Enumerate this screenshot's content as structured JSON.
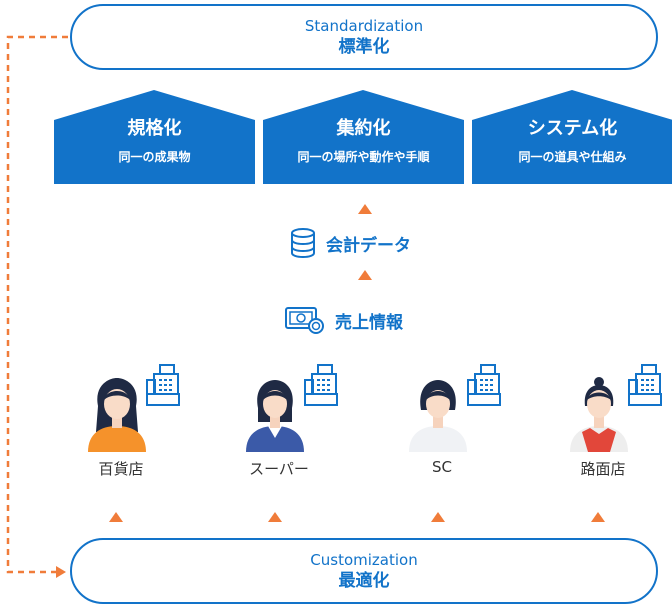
{
  "top": {
    "en": "Standardization",
    "jp": "標準化"
  },
  "bottom": {
    "en": "Customization",
    "jp": "最適化"
  },
  "houses": [
    {
      "title": "規格化",
      "sub": "同一の成果物"
    },
    {
      "title": "集約化",
      "sub": "同一の場所や動作や手順"
    },
    {
      "title": "システム化",
      "sub": "同一の道具や仕組み"
    }
  ],
  "flow": [
    {
      "label": "会計データ",
      "icon": "database-icon"
    },
    {
      "label": "売上情報",
      "icon": "banknote-coin-icon"
    }
  ],
  "channels": [
    {
      "name": "百貨店",
      "icon": "cash-register-icon"
    },
    {
      "name": "スーパー",
      "icon": "cash-register-icon"
    },
    {
      "name": "SC",
      "icon": "cash-register-icon"
    },
    {
      "name": "路面店",
      "icon": "cash-register-icon"
    }
  ],
  "colors": {
    "blue": "#1273c9",
    "orange": "#f07c3a"
  }
}
